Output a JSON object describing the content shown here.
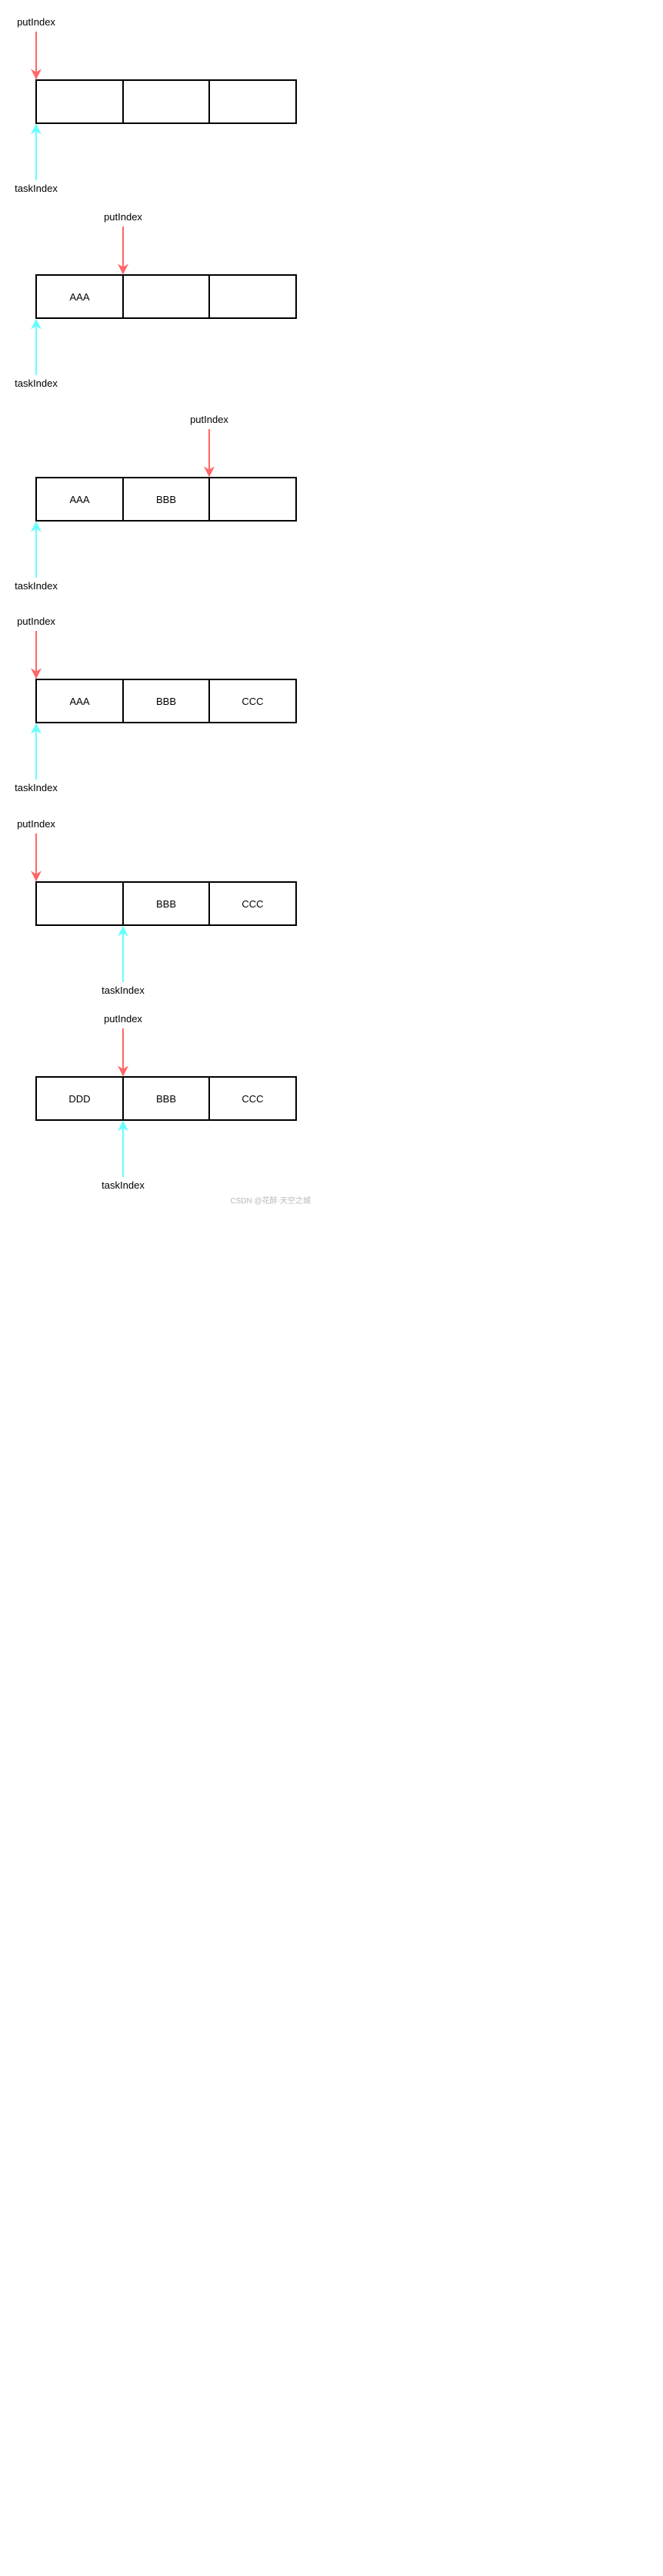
{
  "colors": {
    "put_arrow": "#ff6666",
    "task_arrow": "#66ffff",
    "border": "#000000"
  },
  "labels": {
    "put": "putIndex",
    "task": "taskIndex"
  },
  "steps": [
    {
      "cells": [
        "",
        "",
        ""
      ],
      "put_index": 0,
      "task_index": 0
    },
    {
      "cells": [
        "AAA",
        "",
        ""
      ],
      "put_index": 1,
      "task_index": 0
    },
    {
      "cells": [
        "AAA",
        "BBB",
        ""
      ],
      "put_index": 2,
      "task_index": 0
    },
    {
      "cells": [
        "AAA",
        "BBB",
        "CCC"
      ],
      "put_index": 0,
      "task_index": 0
    },
    {
      "cells": [
        "",
        "BBB",
        "CCC"
      ],
      "put_index": 0,
      "task_index": 1
    },
    {
      "cells": [
        "DDD",
        "BBB",
        "CCC"
      ],
      "put_index": 1,
      "task_index": 1
    }
  ],
  "watermark": "CSDN @花醉·天空之城"
}
